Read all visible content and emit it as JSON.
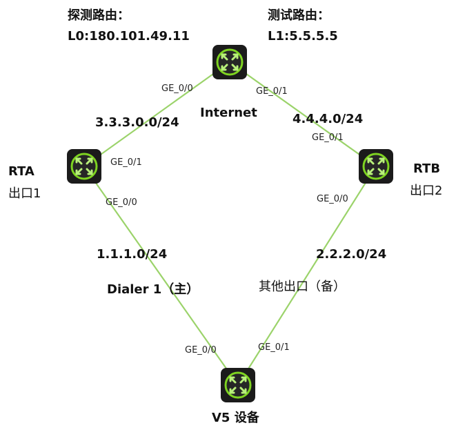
{
  "colors": {
    "link": "#9bd36a",
    "router_body": "#1b1b1b",
    "router_ring": "#7ed321",
    "router_glow": "#b8f07a"
  },
  "probe_route": {
    "title": "探测路由：",
    "value": "L0:180.101.49.11"
  },
  "test_route": {
    "title": "测试路由：",
    "value": "L1:5.5.5.5"
  },
  "nodes": {
    "internet": {
      "name": "Internet",
      "icon": "router-icon"
    },
    "rta": {
      "name": "RTA",
      "sub": "出口1",
      "icon": "router-icon"
    },
    "rtb": {
      "name": "RTB",
      "sub": "出口2",
      "icon": "router-icon"
    },
    "v5": {
      "name": "V5 设备",
      "icon": "router-icon"
    }
  },
  "ports": {
    "internet_ge00": "GE_0/0",
    "internet_ge01": "GE_0/1",
    "rta_ge01": "GE_0/1",
    "rta_ge00": "GE_0/0",
    "rtb_ge01": "GE_0/1",
    "rtb_ge00": "GE_0/0",
    "v5_ge00": "GE_0/0",
    "v5_ge01": "GE_0/1"
  },
  "subnets": {
    "rta_internet": "3.3.3.0.0/24",
    "internet_rtb": "4.4.4.0/24",
    "rta_v5": "1.1.1.0/24",
    "rtb_v5": "2.2.2.0/24"
  },
  "link_notes": {
    "primary": "Dialer 1（主）",
    "backup": "其他出口（备）"
  }
}
